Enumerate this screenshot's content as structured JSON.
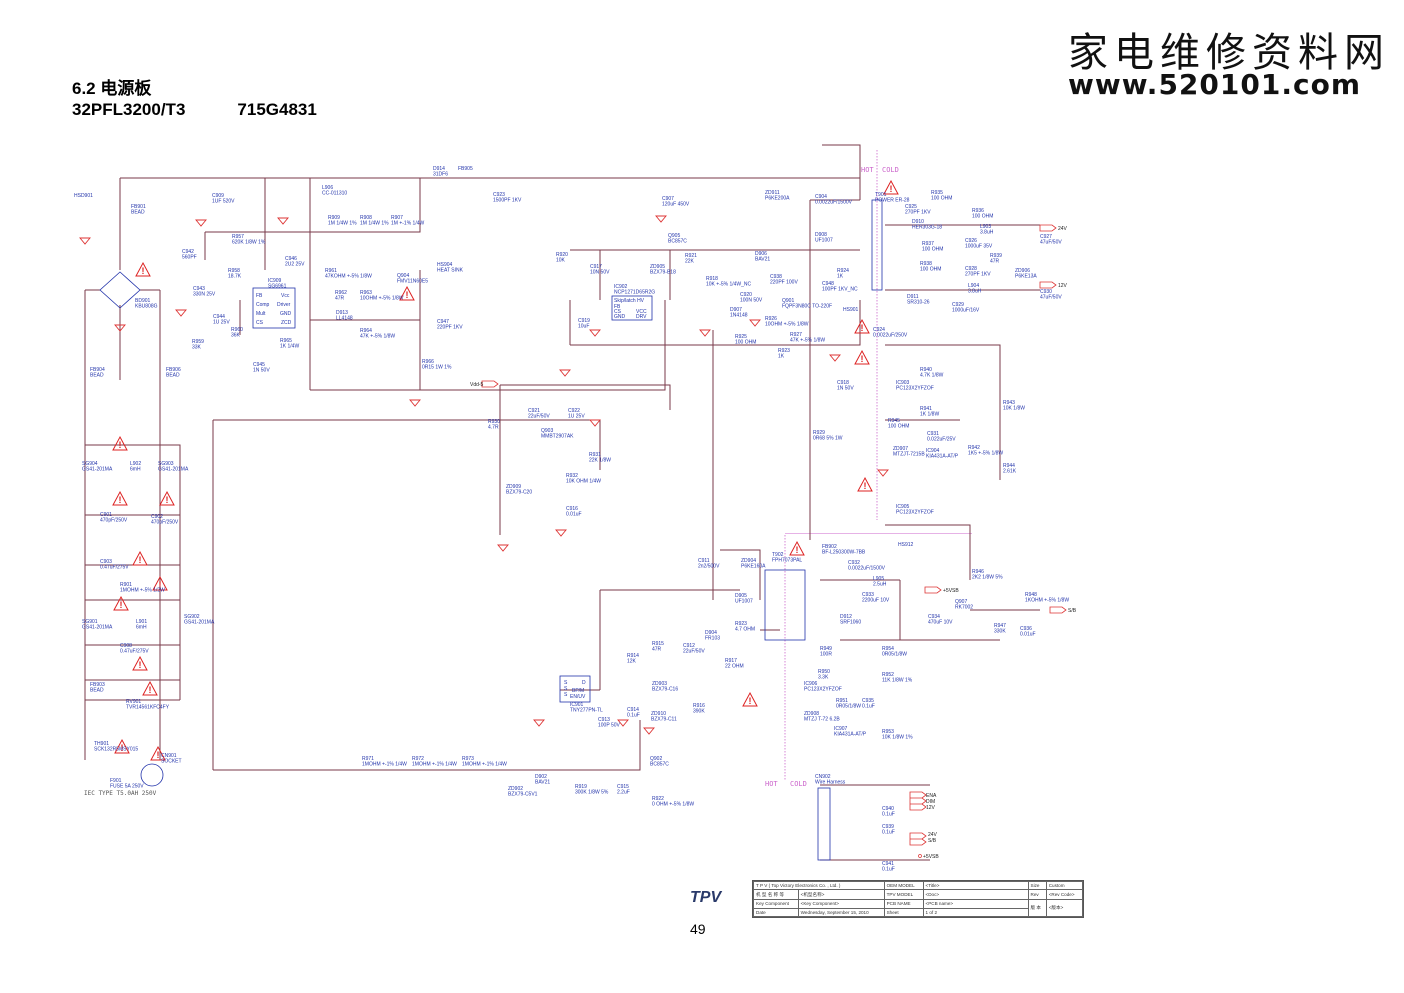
{
  "header": {
    "section": "6.2 电源板",
    "model": "32PFL3200/T3",
    "board_code": "715G4831"
  },
  "watermark": {
    "chinese": "家电维修资料网",
    "url": "www.520101.com"
  },
  "zones": {
    "hot": "HOT",
    "cold": "COLD"
  },
  "iec_note": "IEC TYPE T5.0AH 250V",
  "nets": {
    "out_24v": "24V",
    "out_12v": "12V",
    "out_5vsb": "+5VSB",
    "out_sb": "S/B",
    "vdd": "Vdd-5",
    "connector_ena": "ENA",
    "connector_dim": "DIM",
    "connector_12v": "12V",
    "connector_24v": "24V",
    "connector_sb": "S/B",
    "connector_5vsb": "+5VSB"
  },
  "components": [
    {
      "ref": "HSD901",
      "value": ""
    },
    {
      "ref": "FB901",
      "value": "BEAD"
    },
    {
      "ref": "C909",
      "value": "1UF 520V"
    },
    {
      "ref": "L906",
      "value": "CC-011310"
    },
    {
      "ref": "BD901",
      "value": "KBU808G"
    },
    {
      "ref": "C942",
      "value": "560PF"
    },
    {
      "ref": "R957",
      "value": "620K 1/8W 1%"
    },
    {
      "ref": "R958",
      "value": "18.7K"
    },
    {
      "ref": "C946",
      "value": "2U2 25V"
    },
    {
      "ref": "IC909",
      "value": "SG6961"
    },
    {
      "ref": "C943",
      "value": "330N 25V"
    },
    {
      "ref": "C944",
      "value": "1U 25V"
    },
    {
      "ref": "R960",
      "value": "36K"
    },
    {
      "ref": "R959",
      "value": "33K"
    },
    {
      "ref": "C945",
      "value": "1N 50V"
    },
    {
      "ref": "R965",
      "value": "1K 1/4W"
    },
    {
      "ref": "R909",
      "value": "1M 1/4W 1%"
    },
    {
      "ref": "R908",
      "value": "1M 1/4W 1%"
    },
    {
      "ref": "R907",
      "value": "1M +-1% 1/4W"
    },
    {
      "ref": "R961",
      "value": "47KOHM +-5% 1/8W"
    },
    {
      "ref": "R962",
      "value": "47R"
    },
    {
      "ref": "R963",
      "value": "10OHM +-5% 1/8W"
    },
    {
      "ref": "D913",
      "value": "LL4148"
    },
    {
      "ref": "R964",
      "value": "47K +-5% 1/8W"
    },
    {
      "ref": "Q904",
      "value": "FMV11N60E5"
    },
    {
      "ref": "HS904",
      "value": "HEAT SINK"
    },
    {
      "ref": "C947",
      "value": "220PF 1KV"
    },
    {
      "ref": "R966",
      "value": "0R15 1W 1%"
    },
    {
      "ref": "D914",
      "value": "31DF6"
    },
    {
      "ref": "FB905",
      "value": ""
    },
    {
      "ref": "C923",
      "value": "1500PF 1KV"
    },
    {
      "ref": "C907",
      "value": "120uF 450V"
    },
    {
      "ref": "Q905",
      "value": "BC857C"
    },
    {
      "ref": "ZD905",
      "value": "BZX79-B18"
    },
    {
      "ref": "R920",
      "value": "10K"
    },
    {
      "ref": "C917",
      "value": "10N 50V"
    },
    {
      "ref": "R921",
      "value": "22K"
    },
    {
      "ref": "R918",
      "value": "10K +-5% 1/4W_NC"
    },
    {
      "ref": "IC902",
      "value": "NCP1271D65R2G"
    },
    {
      "ref": "C919",
      "value": "10uF"
    },
    {
      "ref": "D906",
      "value": "BAV21"
    },
    {
      "ref": "C920",
      "value": "100N 50V"
    },
    {
      "ref": "C938",
      "value": "220PF 100V"
    },
    {
      "ref": "D907",
      "value": "1N4148"
    },
    {
      "ref": "R926",
      "value": "10OHM +-5% 1/8W"
    },
    {
      "ref": "R925",
      "value": "100 OHM"
    },
    {
      "ref": "R927",
      "value": "47K +-5% 1/8W"
    },
    {
      "ref": "Q901",
      "value": "FQPF3N80C TO-220F"
    },
    {
      "ref": "R923",
      "value": "1K"
    },
    {
      "ref": "ZD911",
      "value": "P6KE200A"
    },
    {
      "ref": "C904",
      "value": "0.0022uF/1500V"
    },
    {
      "ref": "D908",
      "value": "UF1007"
    },
    {
      "ref": "R924",
      "value": "1K"
    },
    {
      "ref": "C948",
      "value": "100PF 1KV_NC"
    },
    {
      "ref": "HS901",
      "value": ""
    },
    {
      "ref": "T901",
      "value": "POWER ER-28"
    },
    {
      "ref": "C925",
      "value": "270PF 1KV"
    },
    {
      "ref": "D910",
      "value": "HER303G-18"
    },
    {
      "ref": "R935",
      "value": "100 OHM"
    },
    {
      "ref": "R936",
      "value": "100 OHM"
    },
    {
      "ref": "L903",
      "value": "3.8uH"
    },
    {
      "ref": "C926",
      "value": "1000uF 35V"
    },
    {
      "ref": "R939",
      "value": "47R"
    },
    {
      "ref": "C927",
      "value": "47uF/50V"
    },
    {
      "ref": "R937",
      "value": "100 OHM"
    },
    {
      "ref": "R938",
      "value": "100 OHM"
    },
    {
      "ref": "C928",
      "value": "270PF 1KV"
    },
    {
      "ref": "L904",
      "value": "3.8uH"
    },
    {
      "ref": "ZD906",
      "value": "P6KE13A"
    },
    {
      "ref": "D911",
      "value": "SR310-26"
    },
    {
      "ref": "C929",
      "value": "1000uF/16V"
    },
    {
      "ref": "C930",
      "value": "47uF/50V"
    },
    {
      "ref": "C924",
      "value": "0.0022uF/250V"
    },
    {
      "ref": "C918",
      "value": "1N 50V"
    },
    {
      "ref": "IC903",
      "value": "PC123X2YFZOF"
    },
    {
      "ref": "R940",
      "value": "4.7K 1/8W"
    },
    {
      "ref": "R941",
      "value": "1K 1/8W"
    },
    {
      "ref": "R943",
      "value": "10K 1/8W"
    },
    {
      "ref": "R945",
      "value": "100 OHM"
    },
    {
      "ref": "C931",
      "value": "0.022uF/25V"
    },
    {
      "ref": "IC904",
      "value": "KIA431A-AT/P"
    },
    {
      "ref": "R942",
      "value": "1K5 +-5% 1/8W"
    },
    {
      "ref": "R944",
      "value": "2.61K"
    },
    {
      "ref": "ZD907",
      "value": "MTZJT-7215B"
    },
    {
      "ref": "R929",
      "value": "0R68 5% 1W"
    },
    {
      "ref": "R930",
      "value": "4.7R"
    },
    {
      "ref": "ZD909",
      "value": "BZX79-C20"
    },
    {
      "ref": "C921",
      "value": "22uF/50V"
    },
    {
      "ref": "C922",
      "value": "1U 25V"
    },
    {
      "ref": "Q903",
      "value": "MMBT2907AK"
    },
    {
      "ref": "R931",
      "value": "22K 1/8W"
    },
    {
      "ref": "R932",
      "value": "10K OHM 1/4W"
    },
    {
      "ref": "C916",
      "value": "0.01uF"
    },
    {
      "ref": "SG904",
      "value": "GS41-201MA"
    },
    {
      "ref": "L902",
      "value": "6mH"
    },
    {
      "ref": "SG903",
      "value": "GS41-201MA"
    },
    {
      "ref": "C901",
      "value": "470pF/250V"
    },
    {
      "ref": "C902",
      "value": "470pF/250V"
    },
    {
      "ref": "C903",
      "value": "0.47uF/275V"
    },
    {
      "ref": "R901",
      "value": "1MOHM +-5% 1/2W"
    },
    {
      "ref": "SG901",
      "value": "GS41-201MA"
    },
    {
      "ref": "L901",
      "value": "6mH"
    },
    {
      "ref": "SG902",
      "value": "GS41-201MA"
    },
    {
      "ref": "C908",
      "value": "0.47uF/275V"
    },
    {
      "ref": "FB903",
      "value": "BEAD"
    },
    {
      "ref": "FB904",
      "value": "BEAD"
    },
    {
      "ref": "FB906",
      "value": "BEAD"
    },
    {
      "ref": "RV901",
      "value": "TVR14561KFC4FY"
    },
    {
      "ref": "TH901",
      "value": "SCK132R5MSY015"
    },
    {
      "ref": "F901",
      "value": "FUSE 5A 250V"
    },
    {
      "ref": "CN901",
      "value": "SOCKET"
    },
    {
      "ref": "C911",
      "value": "2n2/500V"
    },
    {
      "ref": "ZD904",
      "value": "P6KE160A"
    },
    {
      "ref": "D905",
      "value": "UF1007"
    },
    {
      "ref": "T902",
      "value": "FPH7073PAL"
    },
    {
      "ref": "D904",
      "value": "FR103"
    },
    {
      "ref": "R923b",
      "value": "4.7 OHM"
    },
    {
      "ref": "C912",
      "value": "22uF/50V"
    },
    {
      "ref": "R915",
      "value": "47R"
    },
    {
      "ref": "R914",
      "value": "12K"
    },
    {
      "ref": "ZD903",
      "value": "BZX79-C16"
    },
    {
      "ref": "IC901",
      "value": "TNY277PN-TL"
    },
    {
      "ref": "C913",
      "value": "100P 50V"
    },
    {
      "ref": "C914",
      "value": "0.1uF"
    },
    {
      "ref": "ZD910",
      "value": "BZX79-C11"
    },
    {
      "ref": "R916",
      "value": "390K"
    },
    {
      "ref": "R917",
      "value": "22 OHM"
    },
    {
      "ref": "FB902",
      "value": "BF-L250300W-7BB"
    },
    {
      "ref": "C932",
      "value": "0.0022uF/1500V"
    },
    {
      "ref": "D912",
      "value": "SRF1060"
    },
    {
      "ref": "L905",
      "value": "2.5uH"
    },
    {
      "ref": "C933",
      "value": "2200uF 10V"
    },
    {
      "ref": "C934",
      "value": "470uF 10V"
    },
    {
      "ref": "HS912",
      "value": ""
    },
    {
      "ref": "R949",
      "value": "100R"
    },
    {
      "ref": "R950",
      "value": "3.3K"
    },
    {
      "ref": "IC906",
      "value": "PC123X2YFZOF"
    },
    {
      "ref": "R954",
      "value": "0R05/1/8W"
    },
    {
      "ref": "R952",
      "value": "11K 1/8W 1%"
    },
    {
      "ref": "R951",
      "value": "0R05/1/8W"
    },
    {
      "ref": "C935",
      "value": "0.1uF"
    },
    {
      "ref": "ZD908",
      "value": "MTZJ T-72 6.2B"
    },
    {
      "ref": "IC907",
      "value": "KIA431A-AT/P"
    },
    {
      "ref": "R953",
      "value": "10K 1/8W 1%"
    },
    {
      "ref": "IC905",
      "value": "PC123X2YFZOF"
    },
    {
      "ref": "R946",
      "value": "2K2 1/8W 5%"
    },
    {
      "ref": "Q907",
      "value": "RK7002"
    },
    {
      "ref": "R948",
      "value": "1KOHM +-5% 1/8W"
    },
    {
      "ref": "R947",
      "value": "330K"
    },
    {
      "ref": "C936",
      "value": "0.01uF"
    },
    {
      "ref": "R971",
      "value": "1MOHM +-1% 1/4W"
    },
    {
      "ref": "R972",
      "value": "1MOHM +-1% 1/4W"
    },
    {
      "ref": "R973",
      "value": "1MOHM +-1% 1/4W"
    },
    {
      "ref": "ZD902",
      "value": "BZX79-C5V1"
    },
    {
      "ref": "D902",
      "value": "BAV21"
    },
    {
      "ref": "R919",
      "value": "300K 1/8W 5%"
    },
    {
      "ref": "C915",
      "value": "2.2uF"
    },
    {
      "ref": "Q902",
      "value": "BC857C"
    },
    {
      "ref": "R922",
      "value": "0 OHM +-5% 1/8W"
    },
    {
      "ref": "CN902",
      "value": "Wire Harness"
    },
    {
      "ref": "C940",
      "value": "0.1uF"
    },
    {
      "ref": "C939",
      "value": "0.1uF"
    },
    {
      "ref": "C941",
      "value": "0.1uF"
    }
  ],
  "title_block": {
    "company": "T P V  ( Top  Victory  Electronics  Co. ,  Ltd. )",
    "row2_label": "机 型 名 称 等",
    "row2_value": "<机型名称>",
    "key_label": "Key Component",
    "key_value": "<Key Component>",
    "date_label": "Date",
    "date_value": "Wednesday, September 15, 2010",
    "oem_label": "OEM MODEL",
    "oem_value": "<Title>",
    "tpv_label": "TPV MODEL",
    "tpv_value": "<Doc>",
    "pcb_label": "PCB NAME",
    "pcb_value": "<PCB name>",
    "sheet_label": "Sheet",
    "sheet_value": "1",
    "sheet_of": "of",
    "sheet_total": "2",
    "size_label": "Size",
    "size_value": "Custom",
    "rev_label": "Rev",
    "rev_value": "<Rev Code>",
    "ver_label": "版 本",
    "ver_value": "<版本>"
  },
  "logo": "TPV",
  "page_number": "49"
}
